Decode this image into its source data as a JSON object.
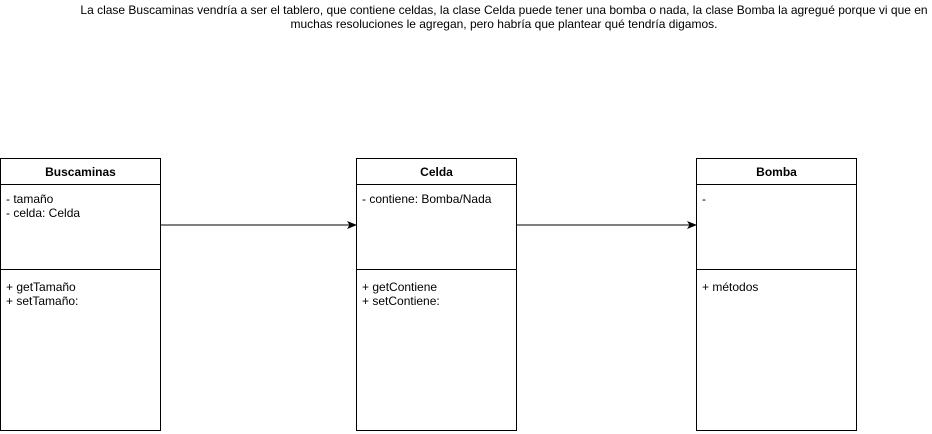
{
  "note": {
    "line1": "La clase Buscaminas vendría a ser el tablero, que contiene celdas, la clase Celda puede tener una bomba o nada, la clase Bomba la agregué porque vi que en",
    "line2": "muchas resoluciones le agregan, pero habría que plantear qué tendría digamos."
  },
  "classes": {
    "buscaminas": {
      "name": "Buscaminas",
      "attributes": [
        "- tamaño",
        "- celda: Celda"
      ],
      "methods": [
        "+ getTamaño",
        "+ setTamaño:"
      ]
    },
    "celda": {
      "name": "Celda",
      "attributes": [
        "- contiene: Bomba/Nada"
      ],
      "methods": [
        "+ getContiene",
        "+ setContiene:"
      ]
    },
    "bomba": {
      "name": "Bomba",
      "attributes": [
        "-"
      ],
      "methods": [
        "+ métodos"
      ]
    }
  },
  "colors": {
    "stroke": "#000000",
    "background": "#ffffff"
  }
}
